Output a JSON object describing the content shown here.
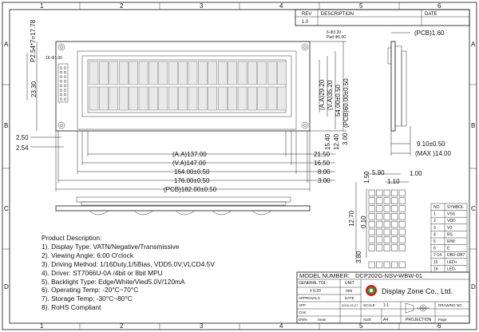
{
  "frame": {
    "col_labels": [
      "1",
      "2",
      "3",
      "4",
      "5",
      "6"
    ],
    "row_labels": [
      "A",
      "B",
      "C",
      "D"
    ]
  },
  "revision": {
    "headers": [
      "REV",
      "DESCRIPTION",
      "DATE"
    ],
    "rev": "1.0"
  },
  "dimensions": {
    "pitch_vertical": "P2.54*7=17.78",
    "left_height": "23.30",
    "aa_height": "(A.A)29.20",
    "va_height": "(V.A)35.20",
    "module_height": "54.00±0.50",
    "pcb_height": "(PCB)60.00±0.50",
    "d_15_40": "15.40",
    "d_12_40": "12.40",
    "d_3_00": "3.00",
    "d_2_50": "2.50",
    "d_2_54": "2.54",
    "aa_width": "(A.A)137.00",
    "va_width": "(V.A)147.00",
    "w_164": "164.00±0.50",
    "w_176": "176.00±0.50",
    "pcb_width": "(PCB)182.00±0.50",
    "d_21_50": "21.50",
    "d_16_50": "16.50",
    "d_8_00": "8.00",
    "d_3_00b": "3.00",
    "pcb_thick": "(PCB)1.60",
    "side_depth": "9.10±0.50",
    "max_depth": "(MAX )14.00",
    "hole_label": "6-Φ3.20",
    "pad_label": "Pad Φ6.00",
    "pin_label": "16-Φ1.00",
    "d_5_90": "5.90",
    "d_1_00": "1.00",
    "d_1_10": "1.10",
    "d_1_50": "1.50",
    "d_12_70": "12.70",
    "d_0_10": "0.10",
    "d_3_80": "3.80"
  },
  "pin_table": {
    "headers": [
      "NO",
      "SYMBOL"
    ],
    "rows": [
      [
        "1",
        "VSS"
      ],
      [
        "2",
        "VDD"
      ],
      [
        "3",
        "V0"
      ],
      [
        "4",
        "RS"
      ],
      [
        "5",
        "R/W"
      ],
      [
        "6",
        "E"
      ],
      [
        "7-14",
        "DB0~DB7"
      ],
      [
        "15",
        "LED+"
      ],
      [
        "16",
        "LED-"
      ]
    ]
  },
  "description": {
    "title": "Product Description:",
    "lines": [
      "1). Display Type: VATN/Negative/Transmissive",
      "2). Viewing Angle: 6:00 O'clock",
      "3). Driving Method: 1/16Duty,1/5Bias, VDD5.0V,VLCD4.5V",
      "4). Driver: ST7066U-0A /4bit or 8bit MPU",
      "5). Backlight Type:  Edge/White/Vled5.0V/120mA",
      "6). Operating Temp: -20°C~70°C",
      "7). Storage Temp: -30°C~80°C",
      "8). RoHS Compliant"
    ]
  },
  "title_block": {
    "model_label": "MODEL NUMBER:",
    "model_value": "DCP202G-NSV-WBW-01",
    "general_tol": "GENERAL TOL:",
    "tol_value": "± 0.20",
    "unit_label": "UNIT",
    "unit_value": "mm",
    "company": "Display Zone Co., Ltd.",
    "approvals": "APPROVALS",
    "date_label": "DATE",
    "app": "APP",
    "chk": "CHK",
    "dwn": "DWN",
    "dwn_name": "Sean",
    "date_value": "2019-03-27",
    "scale_label": "SCALE",
    "scale_value": "1:1",
    "drawing_no": "DRAWING NO.",
    "size_label": "SIZE",
    "size_value": "A4",
    "projection": "PROJECTION",
    "page": "Page"
  },
  "colors": {
    "line": "#111111",
    "cell": "#e9e9e9",
    "logo_red": "#d32020",
    "logo_green": "#2e9e3a"
  }
}
